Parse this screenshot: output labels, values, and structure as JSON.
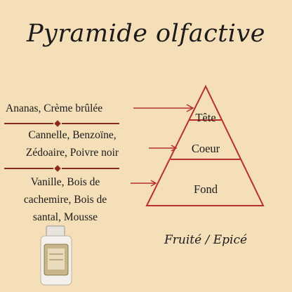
{
  "title": "Pyramide olfactive",
  "notes": {
    "top": "Ananas, Crème brûlée",
    "heart_line1": "Cannelle, Benzoïne,",
    "heart_line2": "Zédoaire, Poivre noir",
    "base_line1": "Vanille, Bois de",
    "base_line2": "cachemire, Bois de",
    "base_line3": "santal, Mousse"
  },
  "tiers": {
    "top": "Tête",
    "heart": "Coeur",
    "base": "Fond"
  },
  "family": "Fruité / Epicé",
  "colors": {
    "background": "#f5dfb8",
    "accent": "#b7302a",
    "text": "#1c1a1a"
  }
}
